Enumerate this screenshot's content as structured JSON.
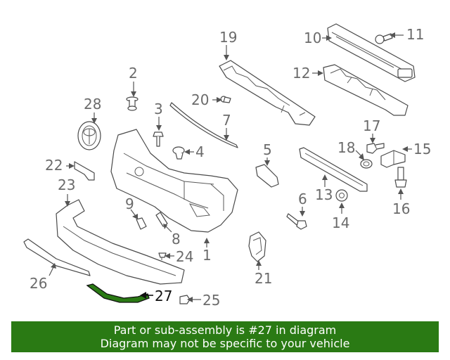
{
  "callouts": {
    "c1": "1",
    "c2": "2",
    "c3": "3",
    "c4": "4",
    "c5": "5",
    "c6": "6",
    "c7": "7",
    "c8": "8",
    "c9": "9",
    "c10": "10",
    "c11": "11",
    "c12": "12",
    "c13": "13",
    "c14": "14",
    "c15": "15",
    "c16": "16",
    "c17": "17",
    "c18": "18",
    "c19": "19",
    "c20": "20",
    "c21": "21",
    "c22": "22",
    "c23": "23",
    "c24": "24",
    "c25": "25",
    "c26": "26",
    "c27": "27",
    "c28": "28"
  },
  "highlight": {
    "part_number": "27",
    "color": "#2a7a14"
  },
  "banner": {
    "line1": "Part or sub-assembly is #27 in diagram",
    "line2": "Diagram may not be specific to your vehicle",
    "background": "#2a7a14"
  }
}
